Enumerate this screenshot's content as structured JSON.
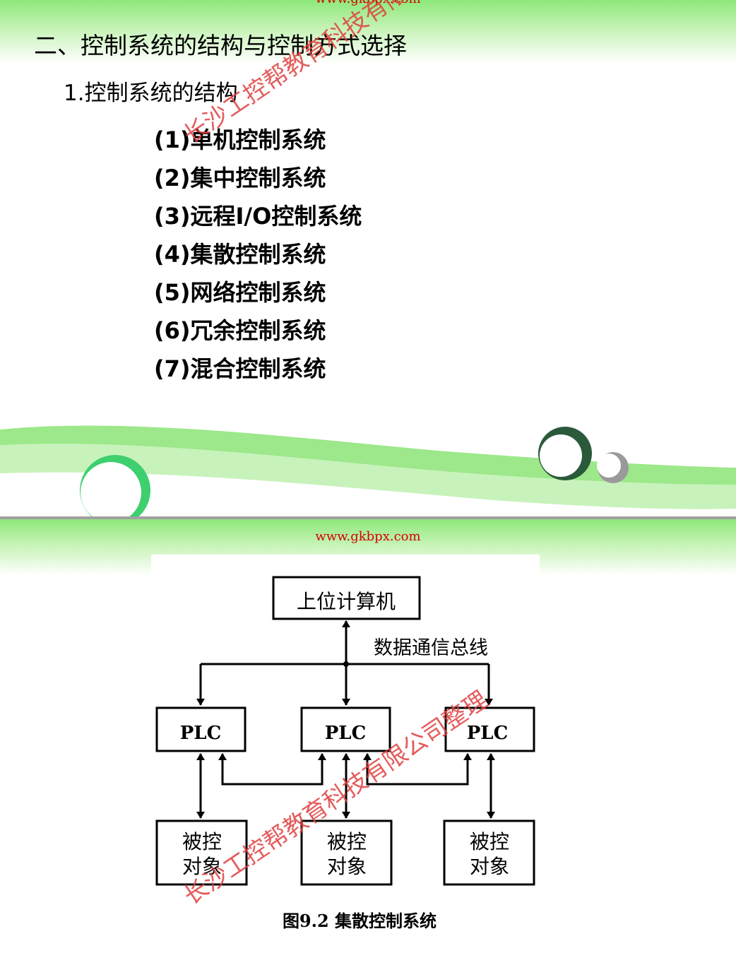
{
  "watermark_url": "www.gkbpx.com",
  "slide1": {
    "heading": "二、控制系统的结构与控制方式选择",
    "subheading": "1.控制系统的结构",
    "items": [
      "(1)单机控制系统",
      "(2)集中控制系统",
      "(3)远程I/O控制系统",
      "(4)集散控制系统",
      "(5)网络控制系统",
      "(6)冗余控制系统",
      "(7)混合控制系统"
    ],
    "watermark": "长沙工控帮教育科技有限公司整理"
  },
  "slide2": {
    "diagram": {
      "host": "上位计算机",
      "bus_label": "数据通信总线",
      "plc_label": "PLC",
      "object_line1": "被控",
      "object_line2": "对象"
    },
    "caption": "图9.2  集散控制系统",
    "watermark": "长沙工控帮教育科技有限公司整理"
  },
  "colors": {
    "bg_green": "#8ee87a",
    "watermark_red": "#e04040",
    "url_red": "#d40000"
  }
}
